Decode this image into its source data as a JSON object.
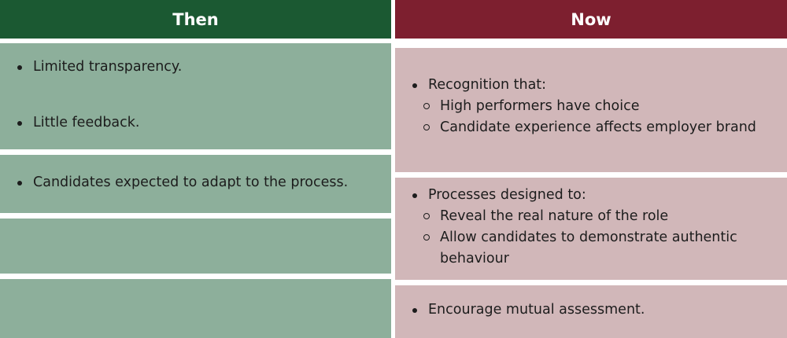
{
  "headers": {
    "then": "Then",
    "now": "Now"
  },
  "then_rows": [
    "Limited transparency.",
    "Little feedback.",
    "Candidates expected to adapt to the process.",
    "",
    ""
  ],
  "now_rows": [
    {
      "text": "Recognition that:",
      "sub": [
        "High performers have choice",
        "Candidate experience affects employer brand"
      ]
    },
    {
      "text": "Processes designed to:",
      "sub": [
        "Reveal the real nature of the role",
        "Allow candidates to demonstrate authentic behaviour"
      ]
    },
    {
      "text": "Encourage mutual assessment.",
      "sub": []
    }
  ],
  "colors": {
    "then_header": "#1b5932",
    "now_header": "#7d1f2f",
    "then_cell": "#8daf9b",
    "now_cell": "#d1b7b9"
  }
}
